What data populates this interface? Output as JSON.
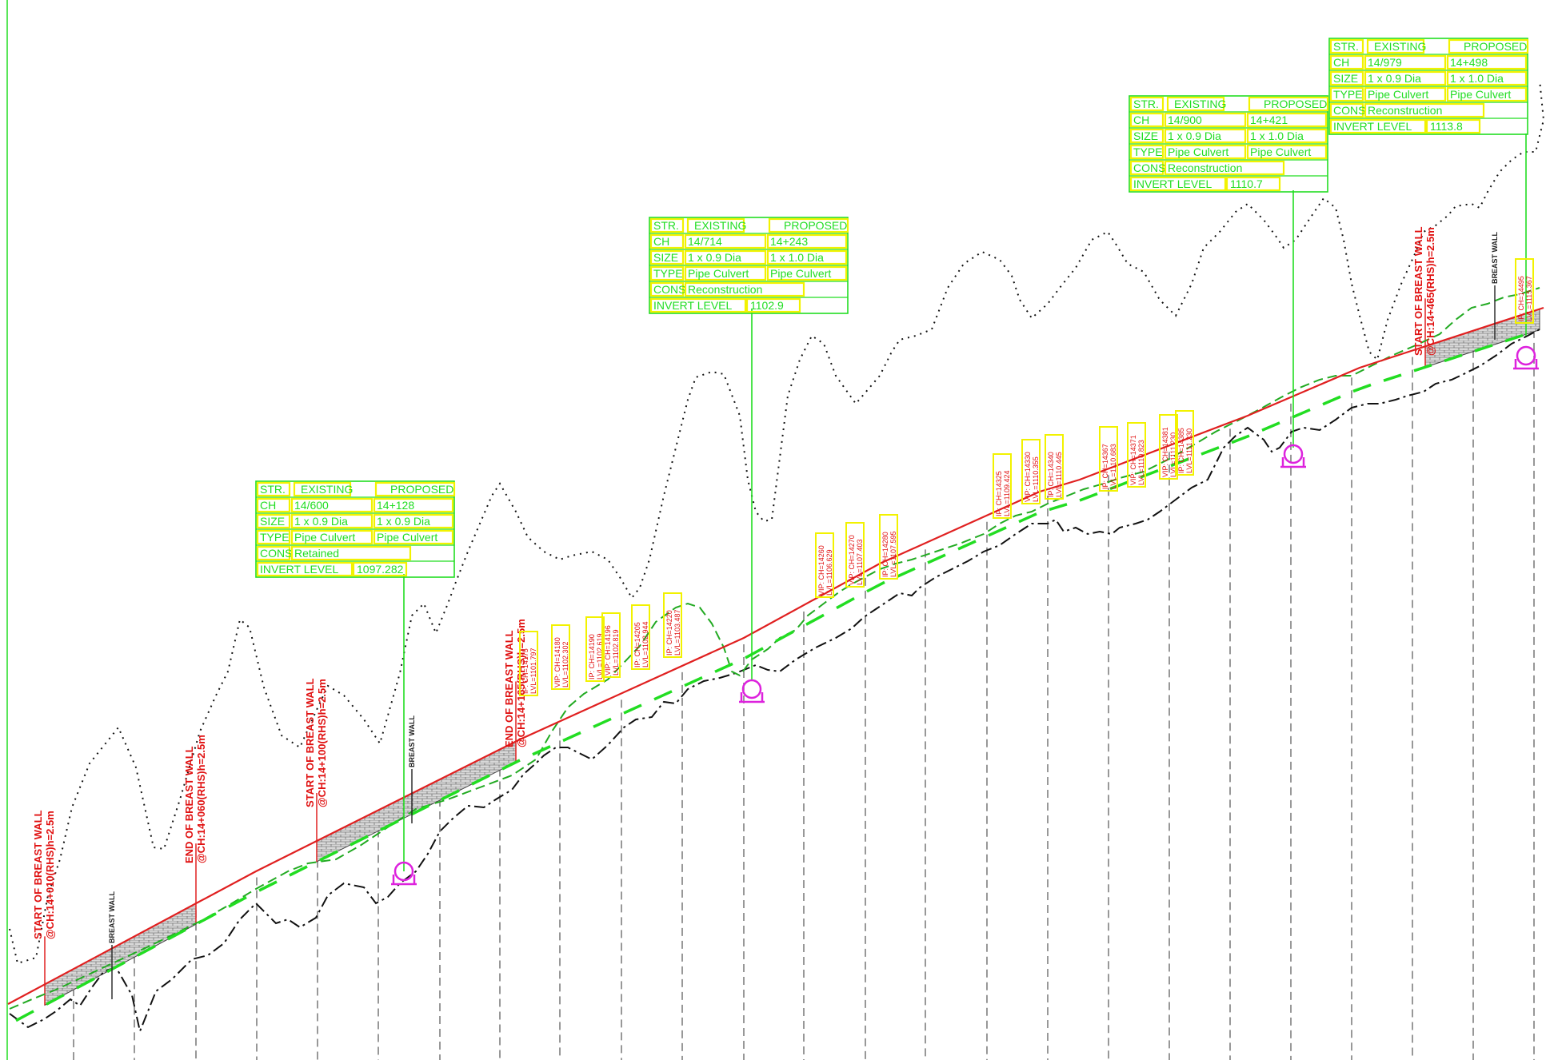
{
  "colors": {
    "proposed_road": "#e02020",
    "table_green": "#22dd22",
    "table_yellow": "#f2f200",
    "culvert_magenta": "#dd22dd",
    "label_red": "#e01010",
    "ground": "#111111"
  },
  "culvert_tables": [
    {
      "headers": [
        "STR.",
        "EXISTING",
        "PROPOSED"
      ],
      "ch": {
        "label": "CH",
        "existing": "14/600",
        "proposed": "14+128"
      },
      "size": {
        "label": "SIZE",
        "existing": "1 x 0.9 Dia",
        "proposed": "1 x 0.9 Dia"
      },
      "type": {
        "label": "TYPE",
        "existing": "Pipe Culvert",
        "proposed": "Pipe Culvert"
      },
      "cons": {
        "label": "CONS",
        "value": "Retained"
      },
      "invert": {
        "label": "INVERT LEVEL",
        "value": "1097.282"
      }
    },
    {
      "headers": [
        "STR.",
        "EXISTING",
        "PROPOSED"
      ],
      "ch": {
        "label": "CH",
        "existing": "14/714",
        "proposed": "14+243"
      },
      "size": {
        "label": "SIZE",
        "existing": "1 x 0.9 Dia",
        "proposed": "1 x 1.0 Dia"
      },
      "type": {
        "label": "TYPE",
        "existing": "Pipe Culvert",
        "proposed": "Pipe Culvert"
      },
      "cons": {
        "label": "CONS",
        "value": "Reconstruction"
      },
      "invert": {
        "label": "INVERT LEVEL",
        "value": "1102.9"
      }
    },
    {
      "headers": [
        "STR.",
        "EXISTING",
        "PROPOSED"
      ],
      "ch": {
        "label": "CH",
        "existing": "14/900",
        "proposed": "14+421"
      },
      "size": {
        "label": "SIZE",
        "existing": "1 x 0.9 Dia",
        "proposed": "1 x 1.0 Dia"
      },
      "type": {
        "label": "TYPE",
        "existing": "Pipe Culvert",
        "proposed": "Pipe Culvert"
      },
      "cons": {
        "label": "CONS",
        "value": "Reconstruction"
      },
      "invert": {
        "label": "INVERT LEVEL",
        "value": "1110.7"
      }
    },
    {
      "headers": [
        "STR.",
        "EXISTING",
        "PROPOSED"
      ],
      "ch": {
        "label": "CH",
        "existing": "14/979",
        "proposed": "14+498"
      },
      "size": {
        "label": "SIZE",
        "existing": "1 x 0.9 Dia",
        "proposed": "1 x 1.0 Dia"
      },
      "type": {
        "label": "TYPE",
        "existing": "Pipe Culvert",
        "proposed": "Pipe Culvert"
      },
      "cons": {
        "label": "CONS",
        "value": "Reconstruction"
      },
      "invert": {
        "label": "INVERT LEVEL",
        "value": "1113.8"
      }
    }
  ],
  "breast_wall_labels": [
    {
      "line1": "START OF BREAST WALL",
      "line2": "@CH:14+010(RHS)h=2.5m"
    },
    {
      "line1": "END OF BREAST WALL",
      "line2": "@CH:14+060(RHS)h=2.5m"
    },
    {
      "line1": "START OF BREAST WALL",
      "line2": "@CH:14+100(RHS)h=2.5m"
    },
    {
      "line1": "END OF BREAST WALL",
      "line2": "@CH:14+165(RHS)h=2.5m"
    },
    {
      "line1": "START OF BREAST WALL",
      "line2": "@CH:14+465(RHS)h=2.5m"
    }
  ],
  "breast_wall_tag": "BREAST WALL",
  "ip_tags": [
    {
      "ch": "IP: CH=14175",
      "lvl": "LVL=1101.797"
    },
    {
      "ch": "VIP: CH=14180",
      "lvl": "LVL=1102.302"
    },
    {
      "ch": "IP: CH=14190",
      "lvl": "LVL=1102.619"
    },
    {
      "ch": "VIP: CH=14196",
      "lvl": "LVL=1102.819"
    },
    {
      "ch": "IP: CH=14205",
      "lvl": "LVL=1102.944"
    },
    {
      "ch": "IP: CH=14220",
      "lvl": "LVL=1103.487"
    },
    {
      "ch": "VIP: CH=14260",
      "lvl": "LVL=1106.629"
    },
    {
      "ch": "VIP: CH=14270",
      "lvl": "LVL=1107.403"
    },
    {
      "ch": "IP: CH=14280",
      "lvl": "LVL=1107.595"
    },
    {
      "ch": "IP: CH=14325",
      "lvl": "LVL=1109.424"
    },
    {
      "ch": "VIP: CH=14330",
      "lvl": "LVL=1110.355"
    },
    {
      "ch": "IP: CH=14340",
      "lvl": "LVL=1110.445"
    },
    {
      "ch": "IP: CH=14367",
      "lvl": "LVL=1110.683"
    },
    {
      "ch": "VIP: CH=14371",
      "lvl": "LVL=1110.823"
    },
    {
      "ch": "VIP: CH=14381",
      "lvl": "LVL=1111.230"
    },
    {
      "ch": "IP: CH=14385",
      "lvl": "LVL=1111.230"
    },
    {
      "ch": "IP: CH=14495",
      "lvl": "LVL=1115.367"
    }
  ]
}
